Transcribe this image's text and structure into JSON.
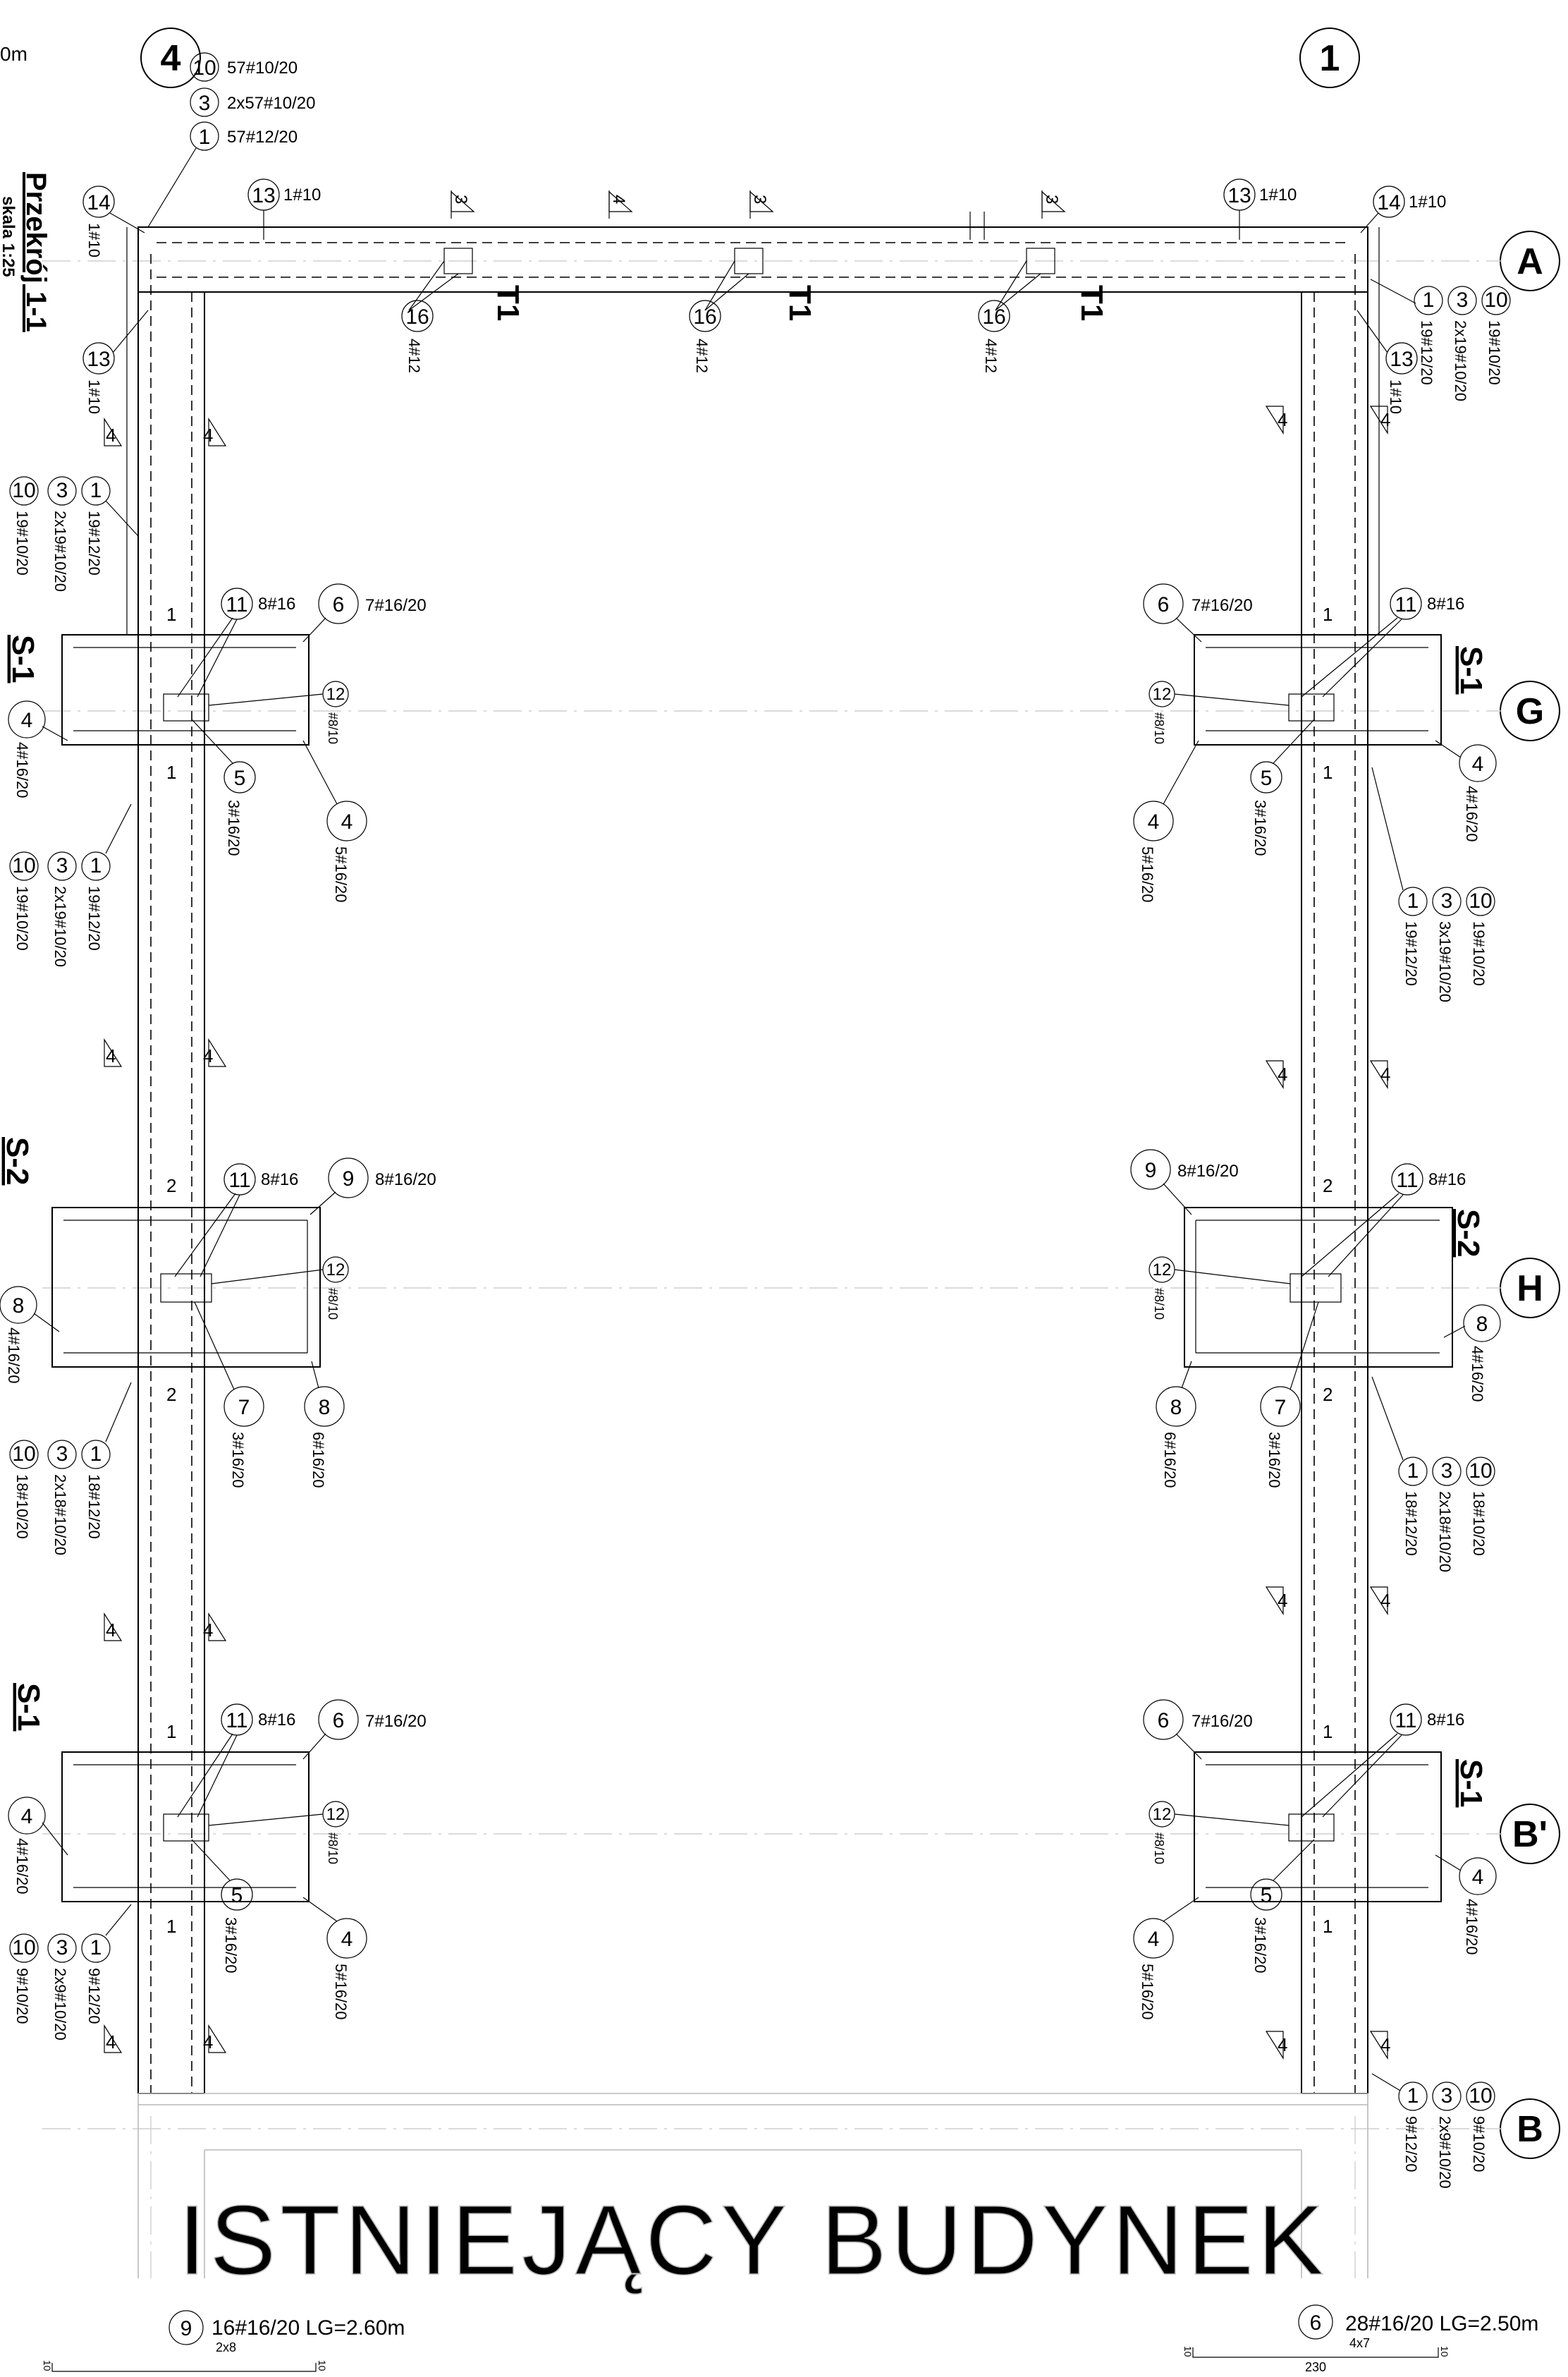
{
  "top_left": {
    "partial_text": "0m"
  },
  "title": {
    "main": "Przekrój 1-1",
    "scale": "skala 1:25"
  },
  "axes": {
    "top_left": "4",
    "top_right": "1",
    "right": [
      "A",
      "G",
      "H",
      "B'",
      "B"
    ]
  },
  "section_tags": {
    "s1": "S-1",
    "s2": "S-2",
    "t1": "T1"
  },
  "section_marks": {
    "m1": "1",
    "m2": "2",
    "m3": "3",
    "m4": "4"
  },
  "top_rebar_group": [
    {
      "num": "10",
      "text": "57#10/20"
    },
    {
      "num": "3",
      "text": "2x57#10/20"
    },
    {
      "num": "1",
      "text": "57#12/20"
    }
  ],
  "top_edge": {
    "c13": {
      "num": "13",
      "text": "1#10"
    },
    "c14": {
      "num": "14",
      "text": "1#10"
    }
  },
  "top_bars": {
    "num": "16",
    "text": "4#12"
  },
  "walls": {
    "left": {
      "seg1": {
        "n10": "10",
        "t10": "19#10/20",
        "n3": "3",
        "t3": "2x19#10/20",
        "n1": "1",
        "t1": "19#12/20"
      },
      "seg2": {
        "n10": "10",
        "t10": "19#10/20",
        "n3": "3",
        "t3": "2x19#10/20",
        "n1": "1",
        "t1": "19#12/20"
      },
      "seg3": {
        "n10": "10",
        "t10": "18#10/20",
        "n3": "3",
        "t3": "2x18#10/20",
        "n1": "1",
        "t1": "18#12/20"
      },
      "seg4": {
        "n10": "10",
        "t10": "9#10/20",
        "n3": "3",
        "t3": "2x9#10/20",
        "n1": "1",
        "t1": "9#12/20"
      }
    },
    "right": {
      "seg1": {
        "n10": "10",
        "t10": "19#10/20",
        "n3": "3",
        "t3": "2x19#10/20",
        "n1": "1",
        "t1": "19#12/20"
      },
      "seg2": {
        "n10": "10",
        "t10": "19#10/20",
        "n3": "3",
        "t3": "3x19#10/20",
        "n1": "1",
        "t1": "19#12/20"
      },
      "seg3": {
        "n10": "10",
        "t10": "18#10/20",
        "n3": "3",
        "t3": "2x18#10/20",
        "n1": "1",
        "t1": "18#12/20"
      },
      "seg4": {
        "n10": "10",
        "t10": "9#10/20",
        "n3": "3",
        "t3": "2x9#10/20",
        "n1": "1",
        "t1": "9#12/20"
      }
    }
  },
  "footings": {
    "s1": {
      "c11": {
        "num": "11",
        "text": "8#16"
      },
      "c6": {
        "num": "6",
        "text": "7#16/20"
      },
      "c12": {
        "num": "12",
        "text": "#8/10"
      },
      "c4side": {
        "num": "4",
        "text": "4#16/20"
      },
      "c5": {
        "num": "5",
        "text": "3#16/20"
      },
      "c4low": {
        "num": "4",
        "text": "5#16/20"
      }
    },
    "s2": {
      "c11": {
        "num": "11",
        "text": "8#16"
      },
      "c9": {
        "num": "9",
        "text": "8#16/20"
      },
      "c12": {
        "num": "12",
        "text": "#8/10"
      },
      "c8side": {
        "num": "8",
        "text": "4#16/20"
      },
      "c7": {
        "num": "7",
        "text": "3#16/20"
      },
      "c8low": {
        "num": "8",
        "text": "6#16/20"
      }
    }
  },
  "existing_building": "ISTNIEJĄCY BUDYNEK",
  "footer": {
    "left": {
      "num": "9",
      "text": "16#16/20 LG=2.60m",
      "sub": "2x8",
      "dims": [
        "10",
        "10"
      ]
    },
    "right": {
      "num": "6",
      "text": "28#16/20 LG=2.50m",
      "sub": "4x7",
      "dims": [
        "10",
        "230",
        "10"
      ]
    }
  }
}
